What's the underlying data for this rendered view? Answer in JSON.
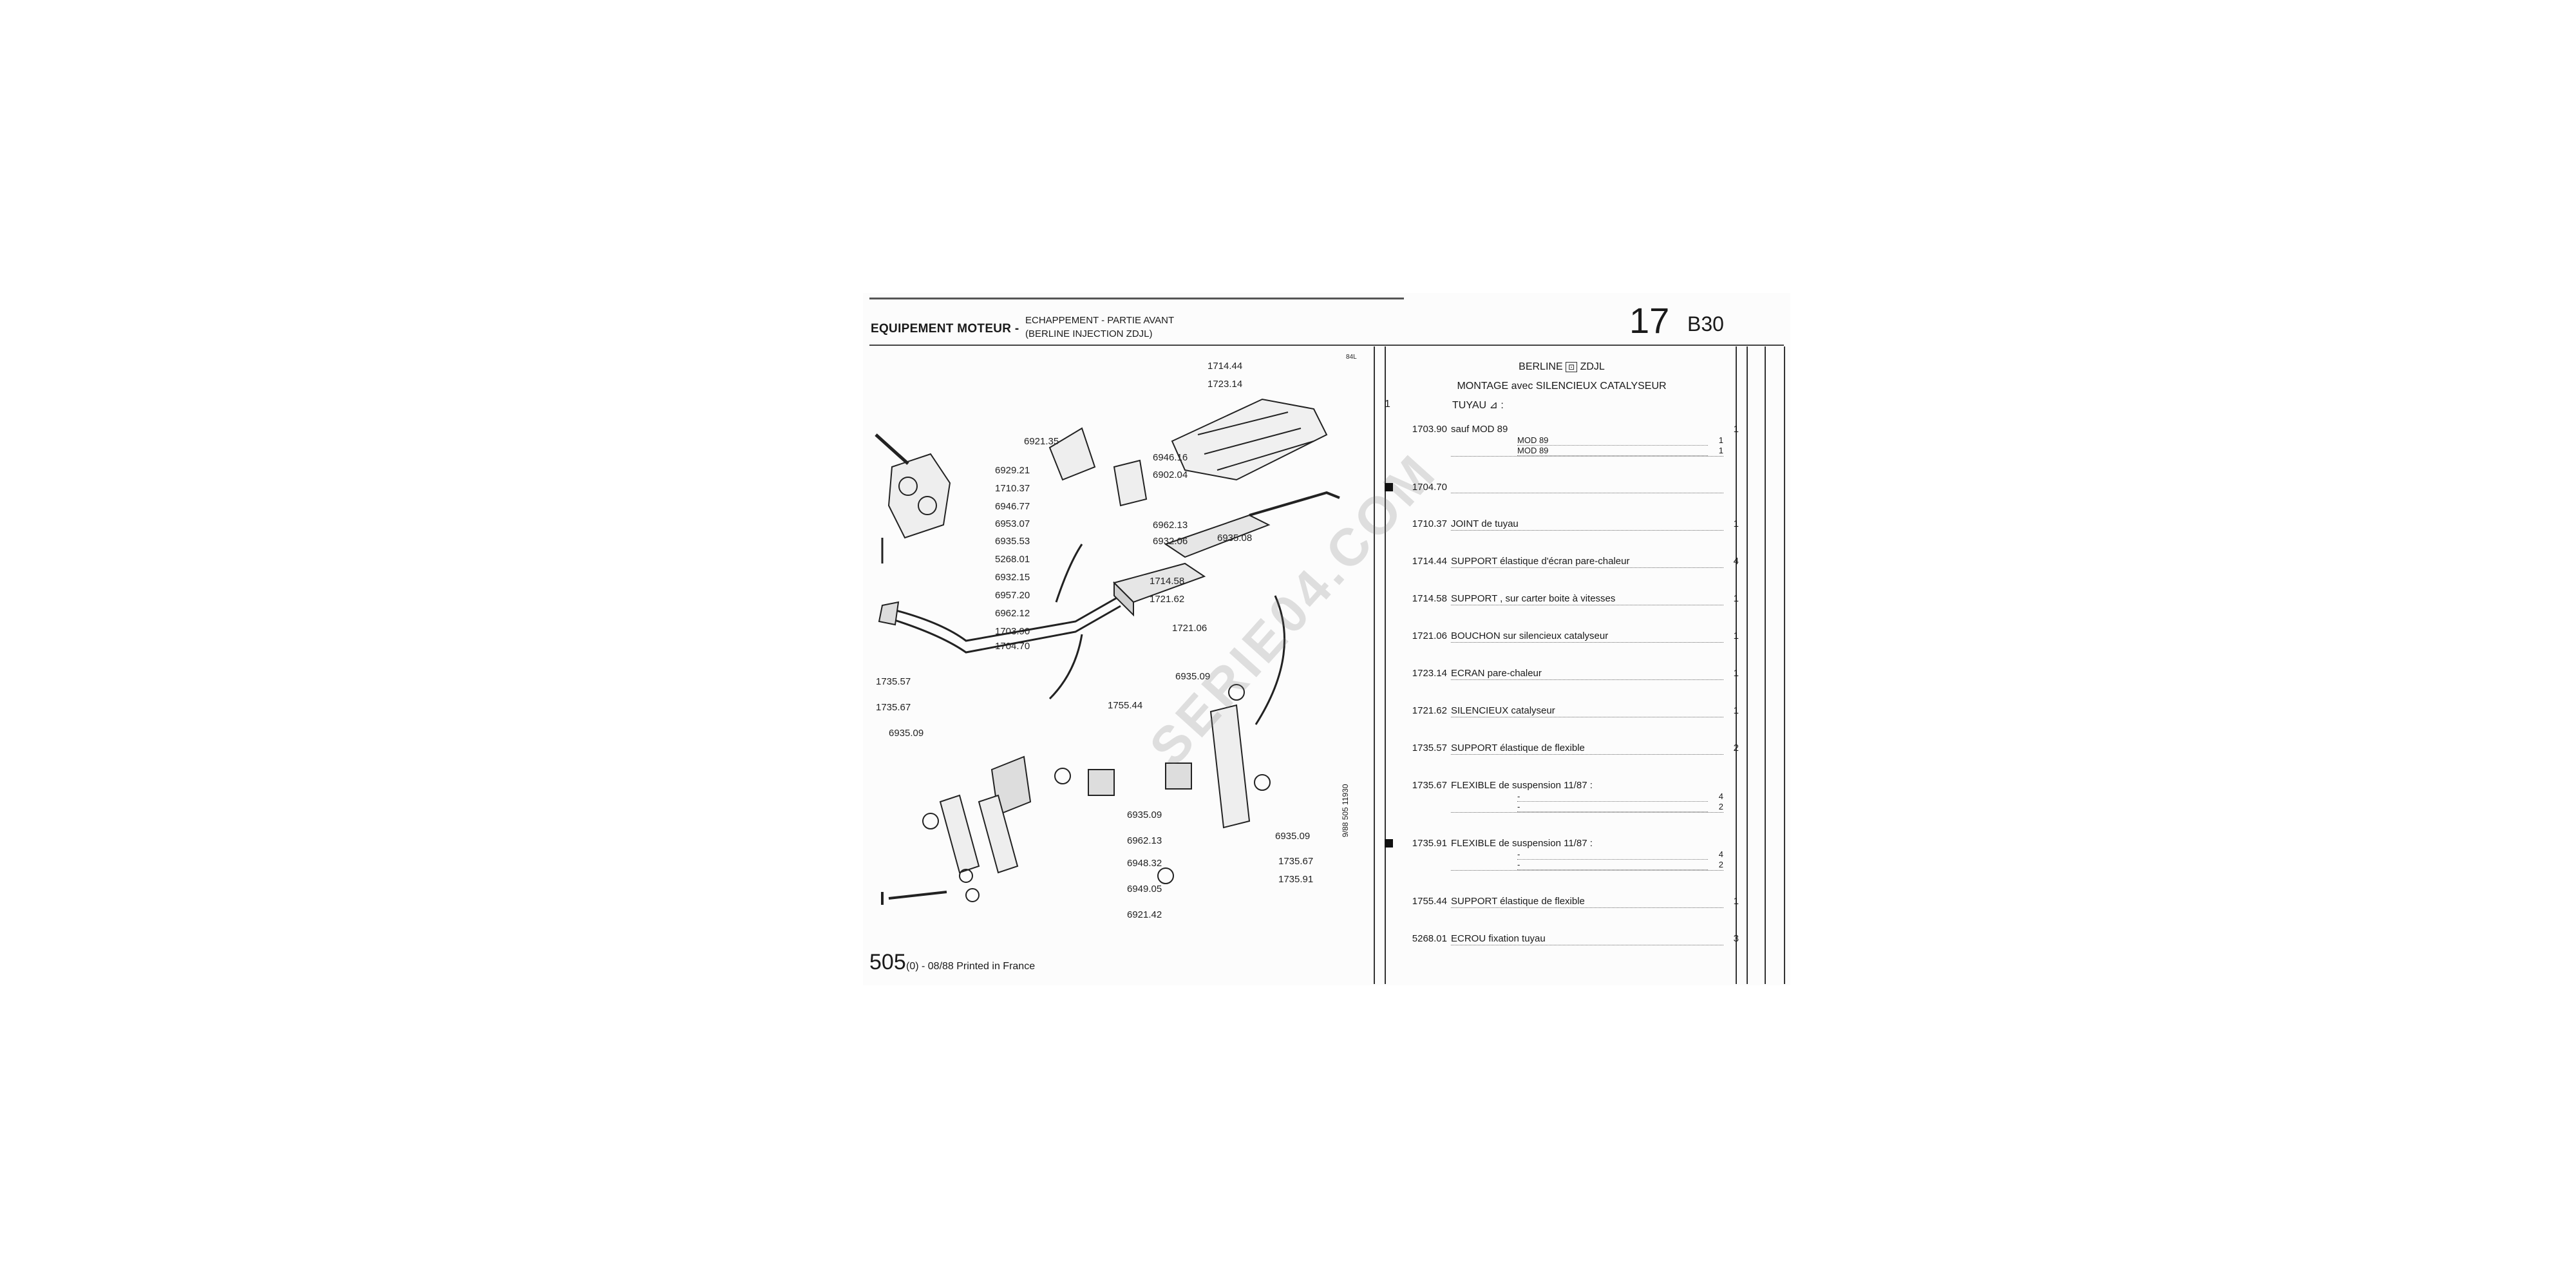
{
  "header": {
    "section": "EQUIPEMENT MOTEUR -",
    "subtitle_line1": "ECHAPPEMENT - PARTIE AVANT",
    "subtitle_line2": "(BERLINE INJECTION ZDJL)",
    "page_number": "17",
    "page_code": "B30"
  },
  "footer": {
    "model": "505",
    "text": "(0) - 08/88 Printed in France",
    "side_code": "9/88 505 11930"
  },
  "watermark": "SERIE04.COM",
  "diagram": {
    "labels": [
      "6921.35",
      "6929.21",
      "1710.37",
      "6946.77",
      "6953.07",
      "6935.53",
      "5268.01",
      "6932.15",
      "6957.20",
      "6962.12",
      "1703.90",
      "1704.70",
      "6946.16",
      "6902.04",
      "6962.13",
      "6932.06",
      "1714.58",
      "1721.62",
      "1714.44",
      "1723.14",
      "6935.08",
      "1721.06",
      "1735.57",
      "1735.67",
      "6935.09",
      "1755.44",
      "6935.09",
      "6935.09",
      "6962.13",
      "6948.32",
      "6949.05",
      "6921.42",
      "6935.09",
      "1735.67",
      "1735.91"
    ],
    "corner_tag": "84L"
  },
  "catalog": {
    "title_line1": "BERLINE",
    "title_code": "ZDJL",
    "title_line2": "MONTAGE avec SILENCIEUX CATALYSEUR",
    "level": "1",
    "group_label": "TUYAU",
    "rows": [
      {
        "ref": "1703.90",
        "desc": "sauf   MOD 89",
        "qty": "1",
        "filled": false,
        "subs": [
          {
            "t": "MOD 89",
            "q": "1"
          },
          {
            "t": "MOD 89",
            "q": "1"
          }
        ]
      },
      {
        "ref": "1704.70",
        "desc": "",
        "qty": "",
        "filled": true,
        "subs": []
      },
      {
        "ref": "1710.37",
        "desc": "JOINT de tuyau",
        "qty": "1",
        "filled": false,
        "subs": []
      },
      {
        "ref": "1714.44",
        "desc": "SUPPORT élastique d'écran pare-chaleur",
        "qty": "4",
        "filled": false,
        "subs": []
      },
      {
        "ref": "1714.58",
        "desc": "SUPPORT , sur carter  boite à vitesses",
        "qty": "1",
        "filled": false,
        "subs": []
      },
      {
        "ref": "1721.06",
        "desc": "BOUCHON sur silencieux catalyseur",
        "qty": "1",
        "filled": false,
        "subs": []
      },
      {
        "ref": "1723.14",
        "desc": "ECRAN pare-chaleur",
        "qty": "1",
        "filled": false,
        "subs": []
      },
      {
        "ref": "1721.62",
        "desc": "SILENCIEUX catalyseur",
        "qty": "1",
        "filled": false,
        "subs": []
      },
      {
        "ref": "1735.57",
        "desc": "SUPPORT élastique de flexible",
        "qty": "2",
        "filled": false,
        "subs": []
      },
      {
        "ref": "1735.67",
        "desc": "FLEXIBLE de suspension  11/87 :",
        "qty": "",
        "filled": false,
        "subs": [
          {
            "t": "-",
            "q": "4"
          },
          {
            "t": "-",
            "q": "2"
          }
        ]
      },
      {
        "ref": "1735.91",
        "desc": "FLEXIBLE de suspension  11/87 :",
        "qty": "",
        "filled": true,
        "subs": [
          {
            "t": "-",
            "q": "4"
          },
          {
            "t": "-",
            "q": "2"
          }
        ]
      },
      {
        "ref": "1755.44",
        "desc": "SUPPORT élastique de flexible",
        "qty": "1",
        "filled": false,
        "subs": []
      },
      {
        "ref": "5268.01",
        "desc": "ECROU fixation tuyau",
        "qty": "3",
        "filled": false,
        "subs": []
      }
    ]
  }
}
